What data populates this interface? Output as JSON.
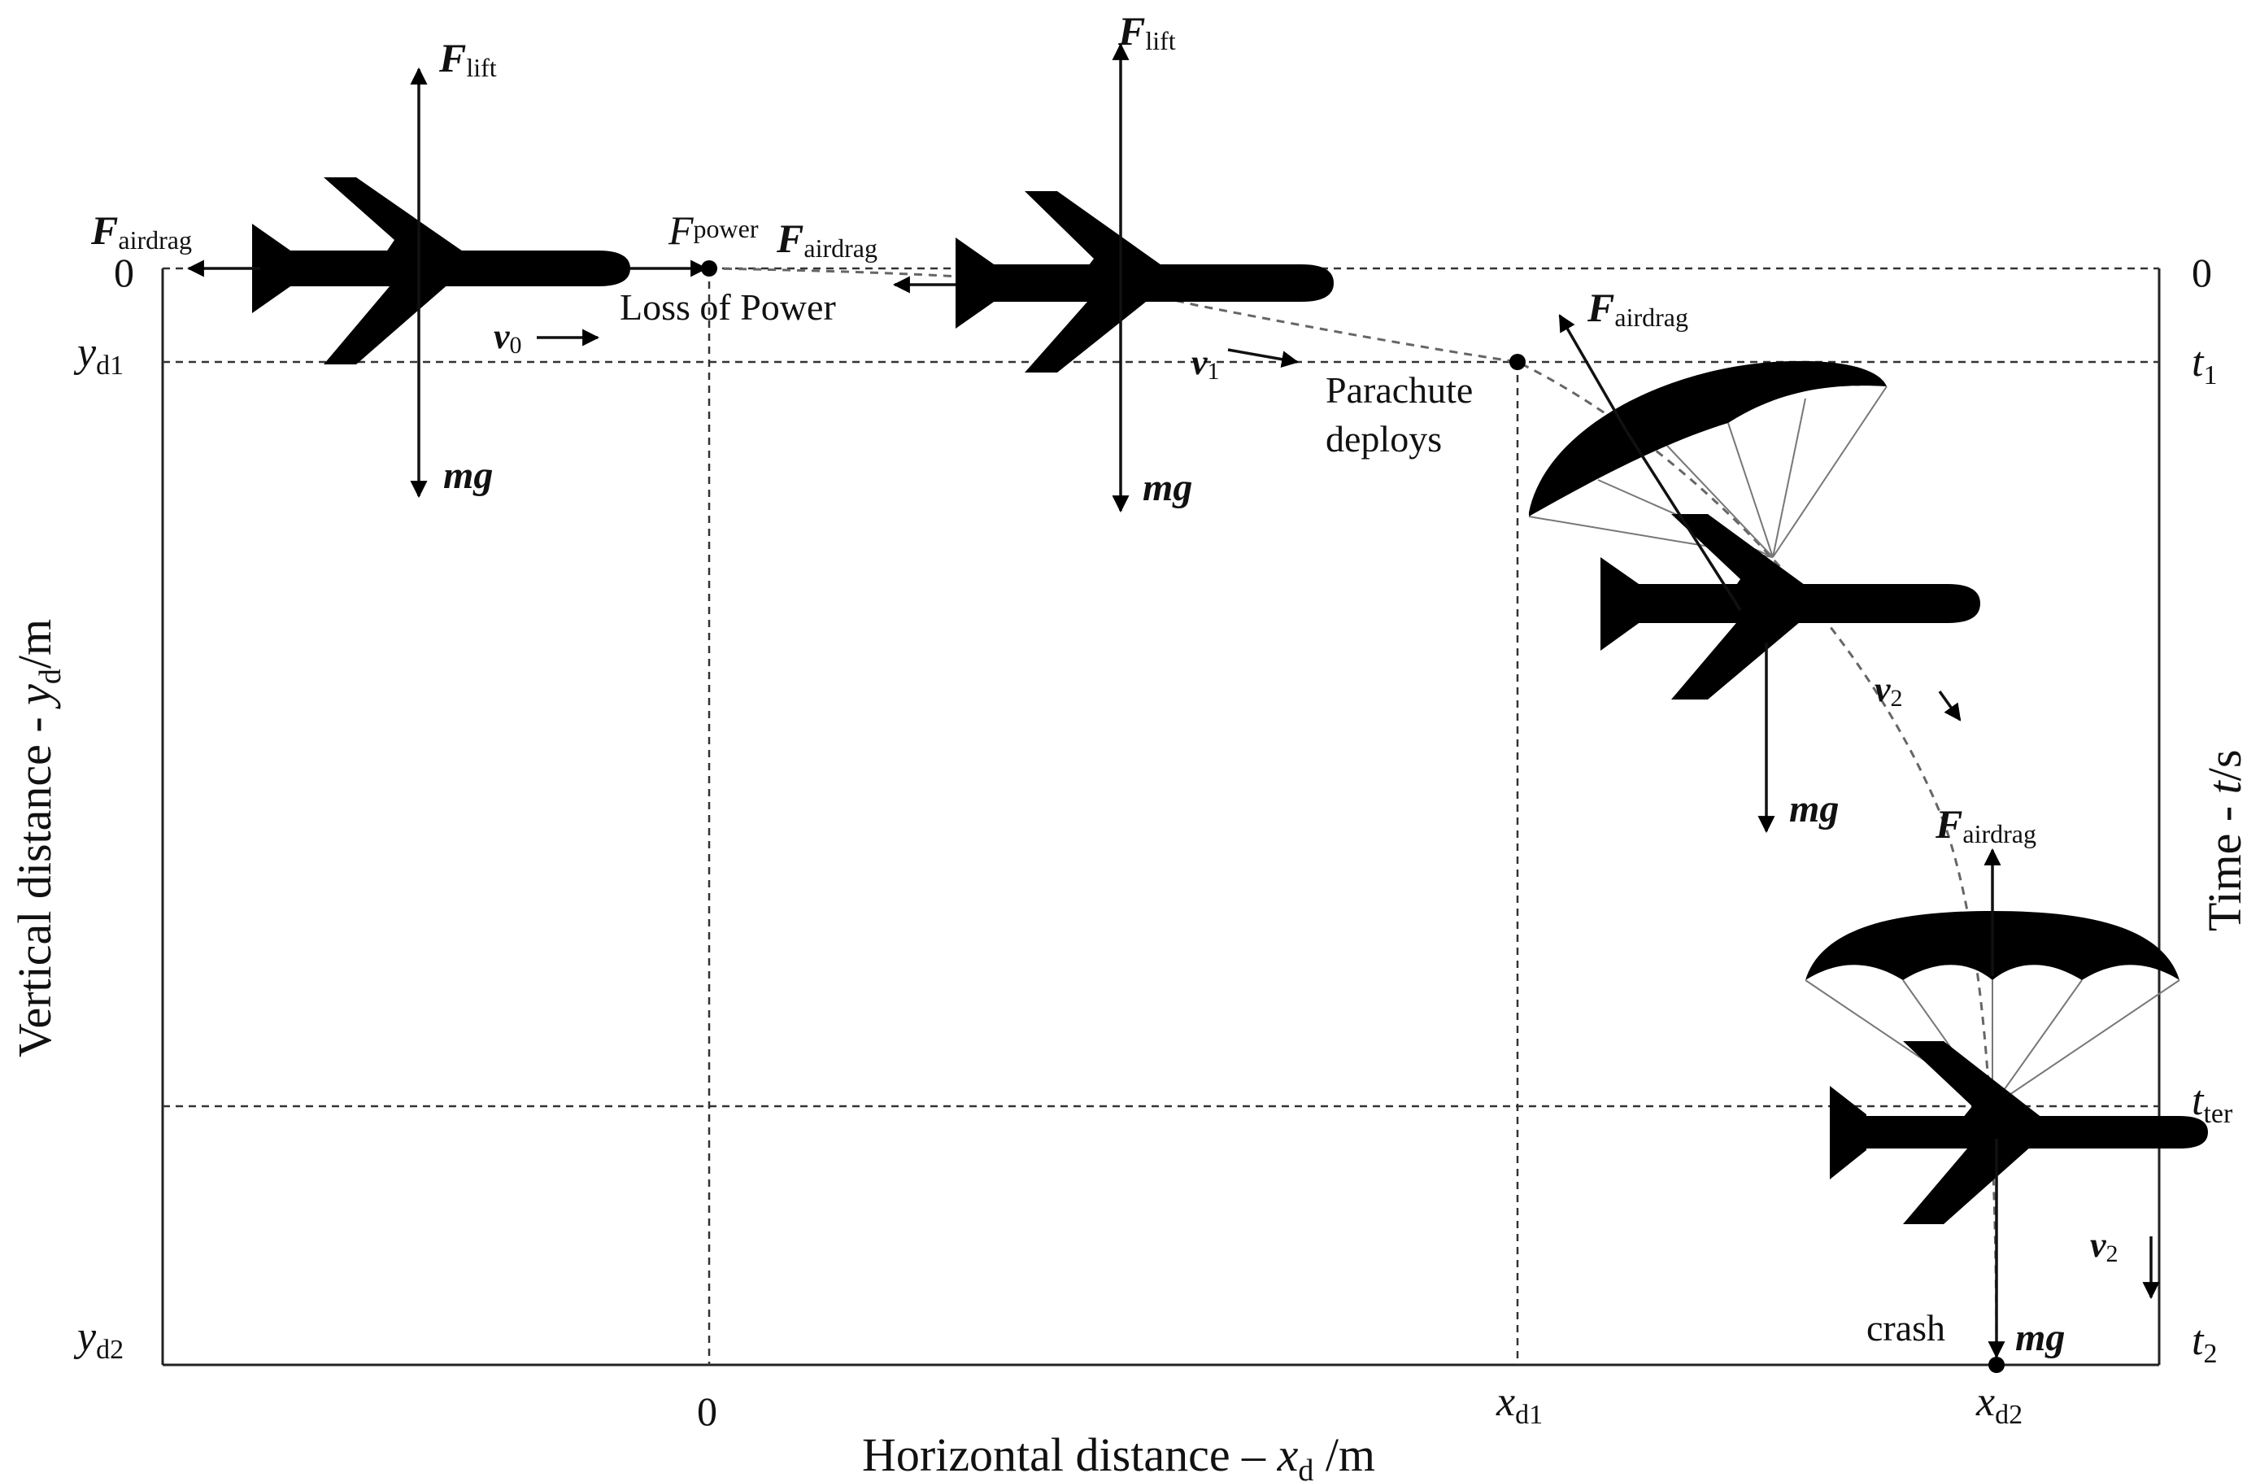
{
  "axes": {
    "x_label": "Horizontal distance – ",
    "x_var": "x",
    "x_sub": "d",
    "x_unit": " /m",
    "y_label": "Vertical distance - ",
    "y_var": "y",
    "y_sub": "d",
    "y_unit": "/m",
    "t_label": "Time - ",
    "t_var": "t",
    "t_unit": "/s"
  },
  "ticks": {
    "y_top": "0",
    "yd1_var": "y",
    "yd1_sub": "d1",
    "yd2_var": "y",
    "yd2_sub": "d2",
    "x_zero": "0",
    "xd1_var": "x",
    "xd1_sub": "d1",
    "xd2_var": "x",
    "xd2_sub": "d2",
    "t_top": "0",
    "t1_var": "t",
    "t1_sub": "1",
    "tter_var": "t",
    "tter_sub": "ter",
    "t2_var": "t",
    "t2_sub": "2"
  },
  "forces": {
    "lift_var": "F",
    "lift_sub": "lift",
    "drag_var": "F",
    "drag_sub": "airdrag",
    "power_var": "F",
    "power_sub": "power",
    "weight": "mg"
  },
  "velocities": {
    "v0_var": "v",
    "v0_sub": "0",
    "v1_var": "v",
    "v1_sub": "1",
    "v2_var": "v",
    "v2_sub": "2"
  },
  "annotations": {
    "loss_of_power": "Loss of Power",
    "parachute_line1": "Parachute",
    "parachute_line2": "deploys",
    "crash": "crash"
  }
}
